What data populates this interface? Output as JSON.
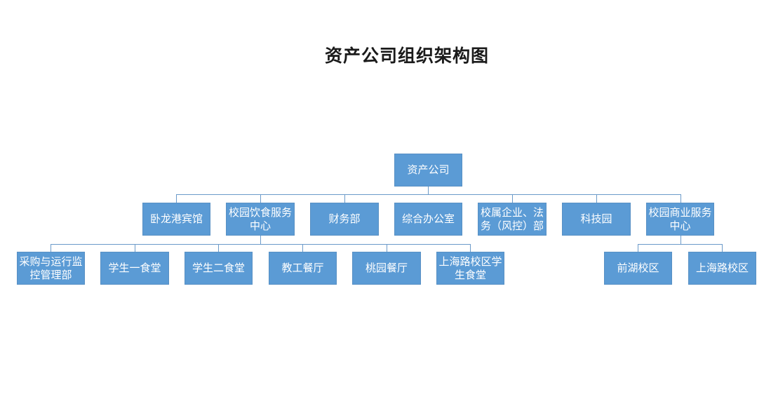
{
  "title": "资产公司组织架构图",
  "colors": {
    "node_fill": "#5b9bd5",
    "connector": "#6b9ac9",
    "node_text": "#ffffff"
  },
  "org": {
    "root": "资产公司",
    "level1": [
      {
        "id": "wolong",
        "label": "卧龙港宾馆"
      },
      {
        "id": "catering",
        "label": "校园饮食服务\n中心"
      },
      {
        "id": "finance",
        "label": "财务部"
      },
      {
        "id": "office",
        "label": "综合办公室"
      },
      {
        "id": "enterprise",
        "label": "校属企业、法\n务（风控）部"
      },
      {
        "id": "techpark",
        "label": "科技园"
      },
      {
        "id": "commerce",
        "label": "校园商业服务\n中心"
      }
    ],
    "catering_children": [
      {
        "id": "procurement",
        "label": "采购与运行监\n控管理部"
      },
      {
        "id": "canteen1",
        "label": "学生一食堂"
      },
      {
        "id": "canteen2",
        "label": "学生二食堂"
      },
      {
        "id": "staff-dining",
        "label": "教工餐厅"
      },
      {
        "id": "taoyuan",
        "label": "桃园餐厅"
      },
      {
        "id": "shanghai-canteen",
        "label": "上海路校区学\n生食堂"
      }
    ],
    "commerce_children": [
      {
        "id": "qianhu",
        "label": "前湖校区"
      },
      {
        "id": "shanghai-campus",
        "label": "上海路校区"
      }
    ]
  }
}
